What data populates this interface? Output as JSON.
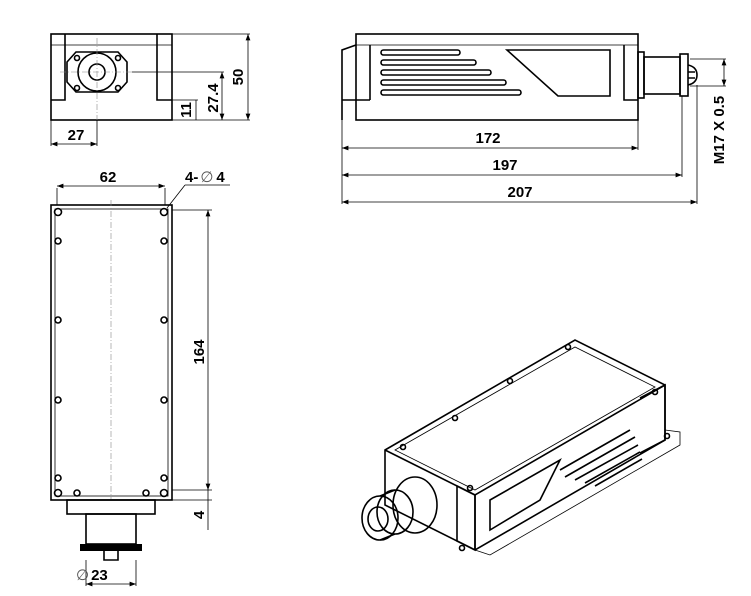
{
  "title": "Laser module outline drawing (mm)",
  "front_view": {
    "height": "50",
    "axis_height": "27.4",
    "base_height": "11",
    "axis_offset": "27"
  },
  "side_view": {
    "body_length": "172",
    "length_with_connector": "197",
    "total_length": "207",
    "thread": "M17 X 0.5"
  },
  "top_view": {
    "width": "62",
    "holes_prefix": "4-",
    "holes_symbol": "∅",
    "holes_size": "4",
    "length": "164",
    "flange": "4",
    "diameter_symbol": "∅",
    "diameter": "23"
  },
  "colors": {
    "line": "#000000",
    "center_line": "#888888"
  }
}
